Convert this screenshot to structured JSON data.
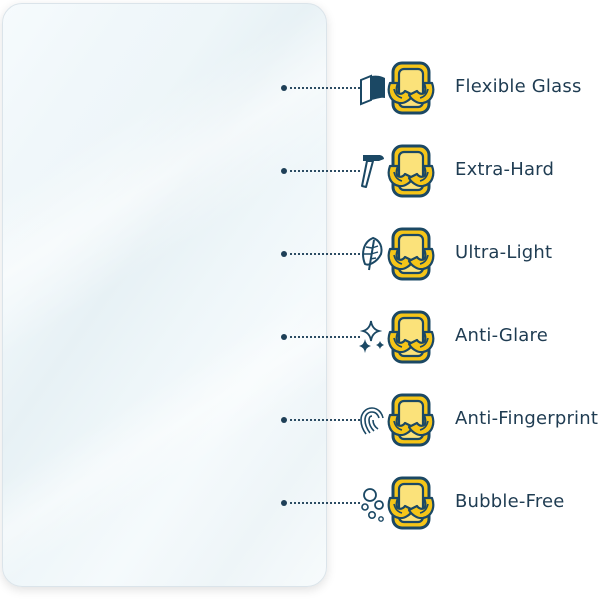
{
  "colors": {
    "text": "#1f3c52",
    "icon_stroke": "#1b4864",
    "badge_fill": "#f5c518",
    "badge_outline": "#1b4864"
  },
  "features": [
    {
      "label": "Flexible Glass",
      "icon": "bent-glass-icon"
    },
    {
      "label": "Extra-Hard",
      "icon": "hammer-icon"
    },
    {
      "label": "Ultra-Light",
      "icon": "feather-icon"
    },
    {
      "label": "Anti-Glare",
      "icon": "sparkle-icon"
    },
    {
      "label": "Anti-Fingerprint",
      "icon": "fingerprint-icon"
    },
    {
      "label": "Bubble-Free",
      "icon": "bubbles-icon"
    }
  ]
}
